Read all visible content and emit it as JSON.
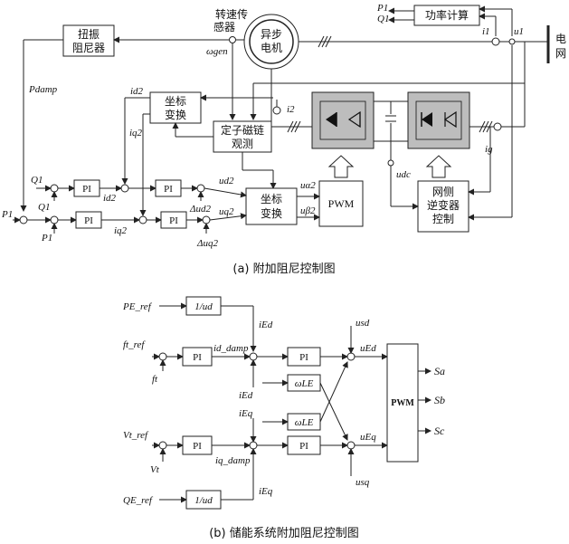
{
  "diagram_a": {
    "caption": "(a) 附加阻尼控制图",
    "blocks": {
      "damper": "扭振阻尼器",
      "damper_l1": "扭振",
      "damper_l2": "阻尼器",
      "speed_sensor_l1": "转速传",
      "speed_sensor_l2": "感器",
      "gen_l1": "异步",
      "gen_l2": "电机",
      "power_calc": "功率计算",
      "grid_l1": "电",
      "grid_l2": "网",
      "coord1_l1": "坐标",
      "coord1_l2": "变换",
      "flux_l1": "定子磁链",
      "flux_l2": "观测",
      "coord2_l1": "坐标",
      "coord2_l2": "变换",
      "pwm": "PWM",
      "gsc_l1": "网侧",
      "gsc_l2": "逆变器",
      "gsc_l3": "控制",
      "pi": "PI"
    },
    "signals": {
      "P1": "P1",
      "Q1": "Q1",
      "i1": "i1",
      "u1": "u1",
      "i2": "i2",
      "ig": "ig",
      "udc": "udc",
      "omega_gen": "ωgen",
      "P_damp": "Pdamp",
      "id2": "id2",
      "iq2": "iq2",
      "ud2": "ud2",
      "uq2": "uq2",
      "dud2": "Δud2",
      "duq2": "Δuq2",
      "ualpha2": "uα2",
      "ubeta2": "uβ2"
    }
  },
  "diagram_b": {
    "caption": "(b) 储能系统附加阻尼控制图",
    "blocks": {
      "inv_ud_top": "1/ud",
      "inv_ud_bot": "1/ud",
      "pi": "PI",
      "wL": "ωLE",
      "pwm": "PWM"
    },
    "signals": {
      "PE_ref": "PE_ref",
      "QE_ref": "QE_ref",
      "ft_ref": "ft_ref",
      "ft": "ft",
      "Vt_ref": "Vt_ref",
      "Vt": "Vt",
      "iEd_star": "iEd",
      "iEq_star": "iEq",
      "id_damp": "id_damp",
      "iq_damp": "iq_damp",
      "iEd": "iEd",
      "iEq": "iEq",
      "usd": "usd",
      "usq": "usq",
      "uEd": "uEd",
      "uEq": "uEq",
      "Sa": "Sa",
      "Sb": "Sb",
      "Sc": "Sc"
    }
  }
}
